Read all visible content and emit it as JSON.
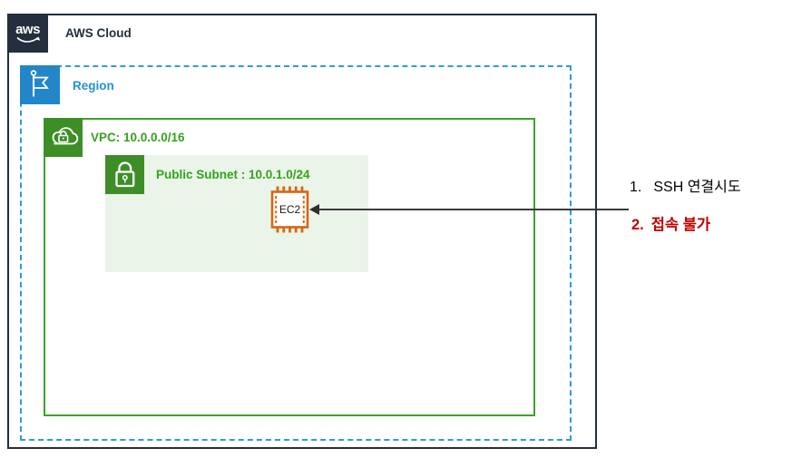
{
  "diagram": {
    "aws_cloud": {
      "title": "AWS Cloud",
      "logo_text": "aws"
    },
    "region": {
      "title": "Region"
    },
    "vpc": {
      "title": "VPC: 10.0.0.0/16"
    },
    "public_subnet": {
      "title": "Public Subnet : 10.0.1.0/24"
    },
    "ec2": {
      "label": "EC2"
    }
  },
  "annotations": {
    "items": [
      {
        "number": "1.",
        "text": "SSH 연결시도"
      },
      {
        "number": "2.",
        "text": "접속 불가"
      }
    ]
  },
  "colors": {
    "aws_dark": "#232F3E",
    "region_blue_fill": "#2386C8",
    "region_blue_border": "#2E9BDB",
    "region_blue_text": "#2492D0",
    "green_border": "#3CA22C",
    "green_icon_fill": "#3E8E28",
    "green_text": "#35A21F",
    "subnet_fill": "#EAF4E8",
    "ec2_orange": "#D86613",
    "alert_red": "#C00000",
    "arrow_black": "#2f2f2f"
  }
}
